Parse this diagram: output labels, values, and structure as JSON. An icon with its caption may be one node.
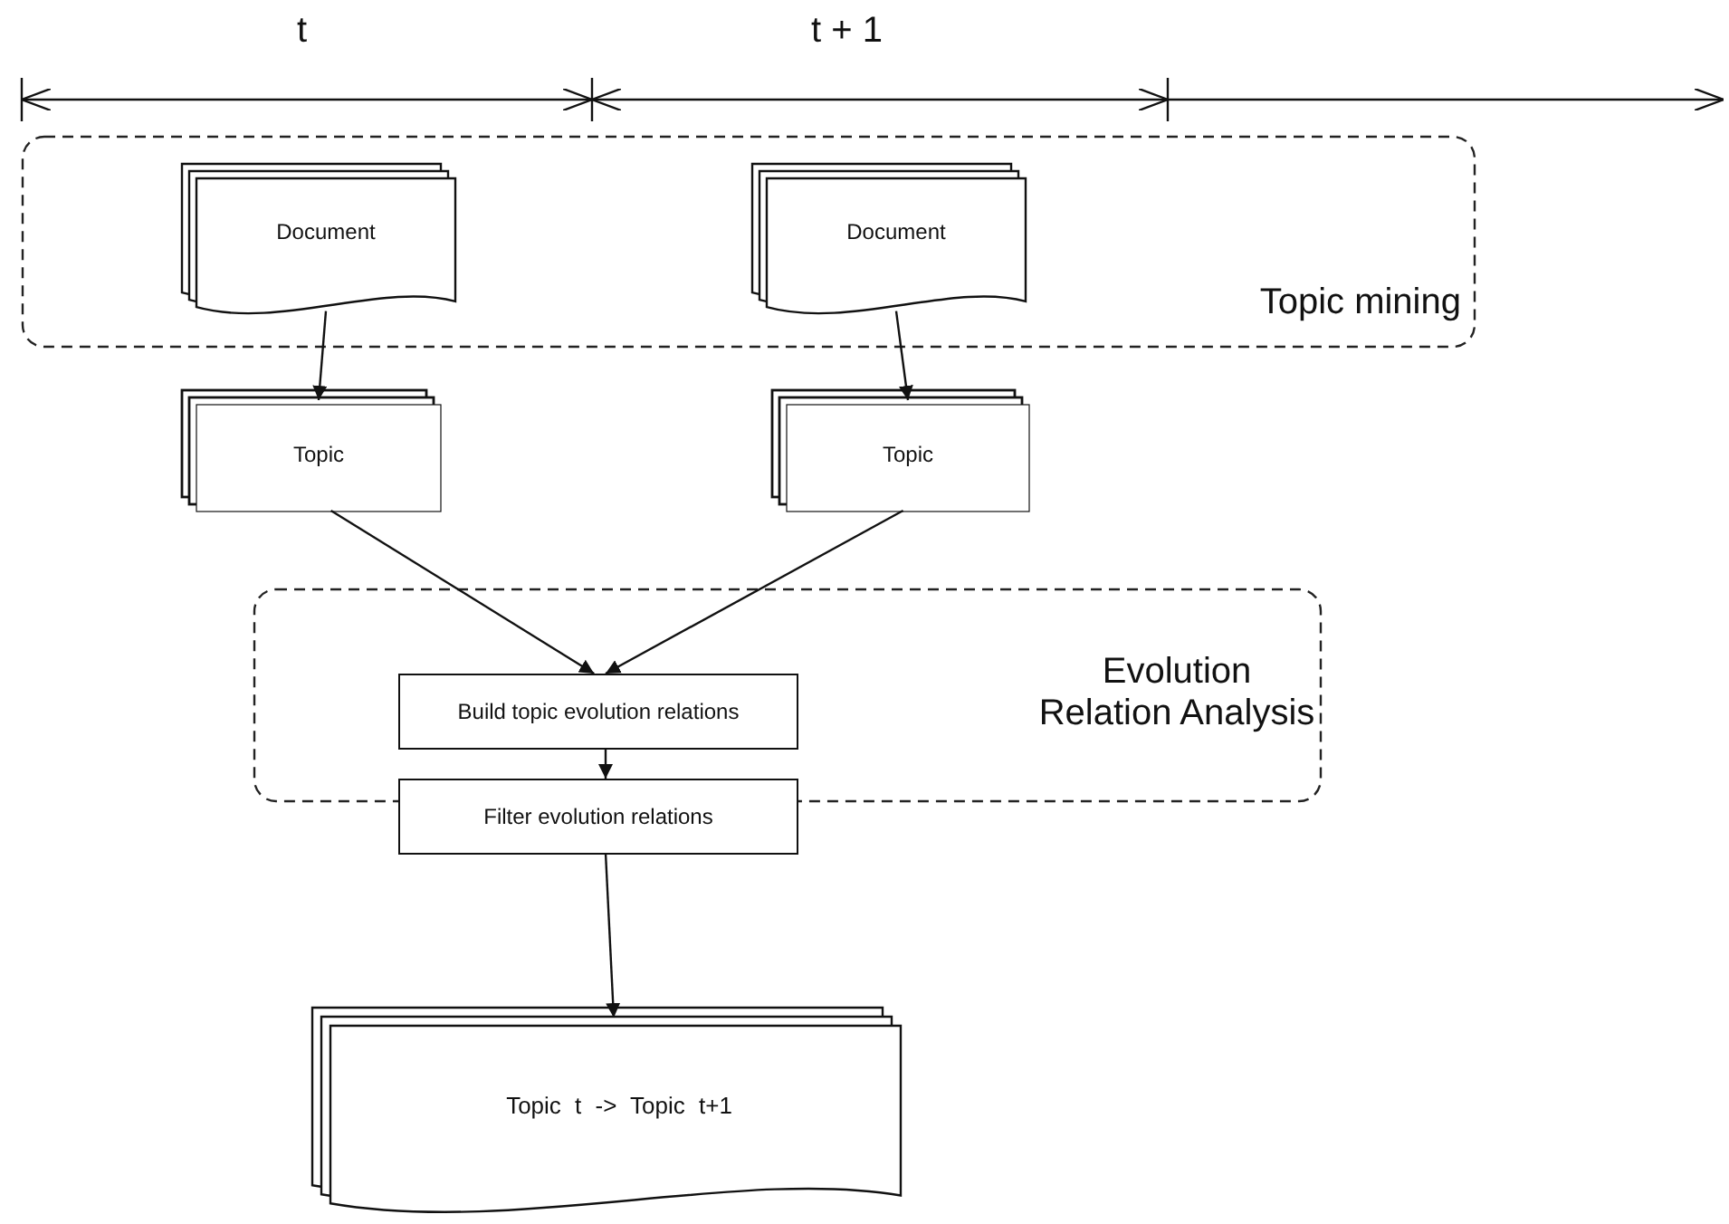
{
  "diagram": {
    "nodes": [
      {
        "text": [
          "Topic mining"
        ]
      },
      {
        "text": [
          "Document"
        ],
        "in": 0
      },
      {
        "text": [
          "Document"
        ],
        "in": 0
      },
      {
        "text": [
          "Topic"
        ]
      },
      {
        "text": [
          "Topic"
        ]
      },
      {
        "text": [
          "Evolution Relation Analysis"
        ]
      },
      {
        "text": [
          "Build topic evolution relations"
        ],
        "in": 5
      },
      {
        "text": [
          "Filter evolution relations"
        ]
      },
      {
        "text": [
          "Topic t -> Topic t+1"
        ]
      }
    ],
    "edges": [
      {
        "from": 1,
        "to": 3,
        "arrow": "to"
      },
      {
        "from": 2,
        "to": 4,
        "arrow": "to"
      },
      {
        "from": 3,
        "to": 6,
        "arrow": "to"
      },
      {
        "from": 4,
        "to": 6,
        "arrow": "to"
      },
      {
        "from": 6,
        "to": 7,
        "arrow": "to"
      },
      {
        "from": 7,
        "to": 8,
        "arrow": "to"
      }
    ],
    "labels": [
      "t",
      "t + 1"
    ]
  }
}
